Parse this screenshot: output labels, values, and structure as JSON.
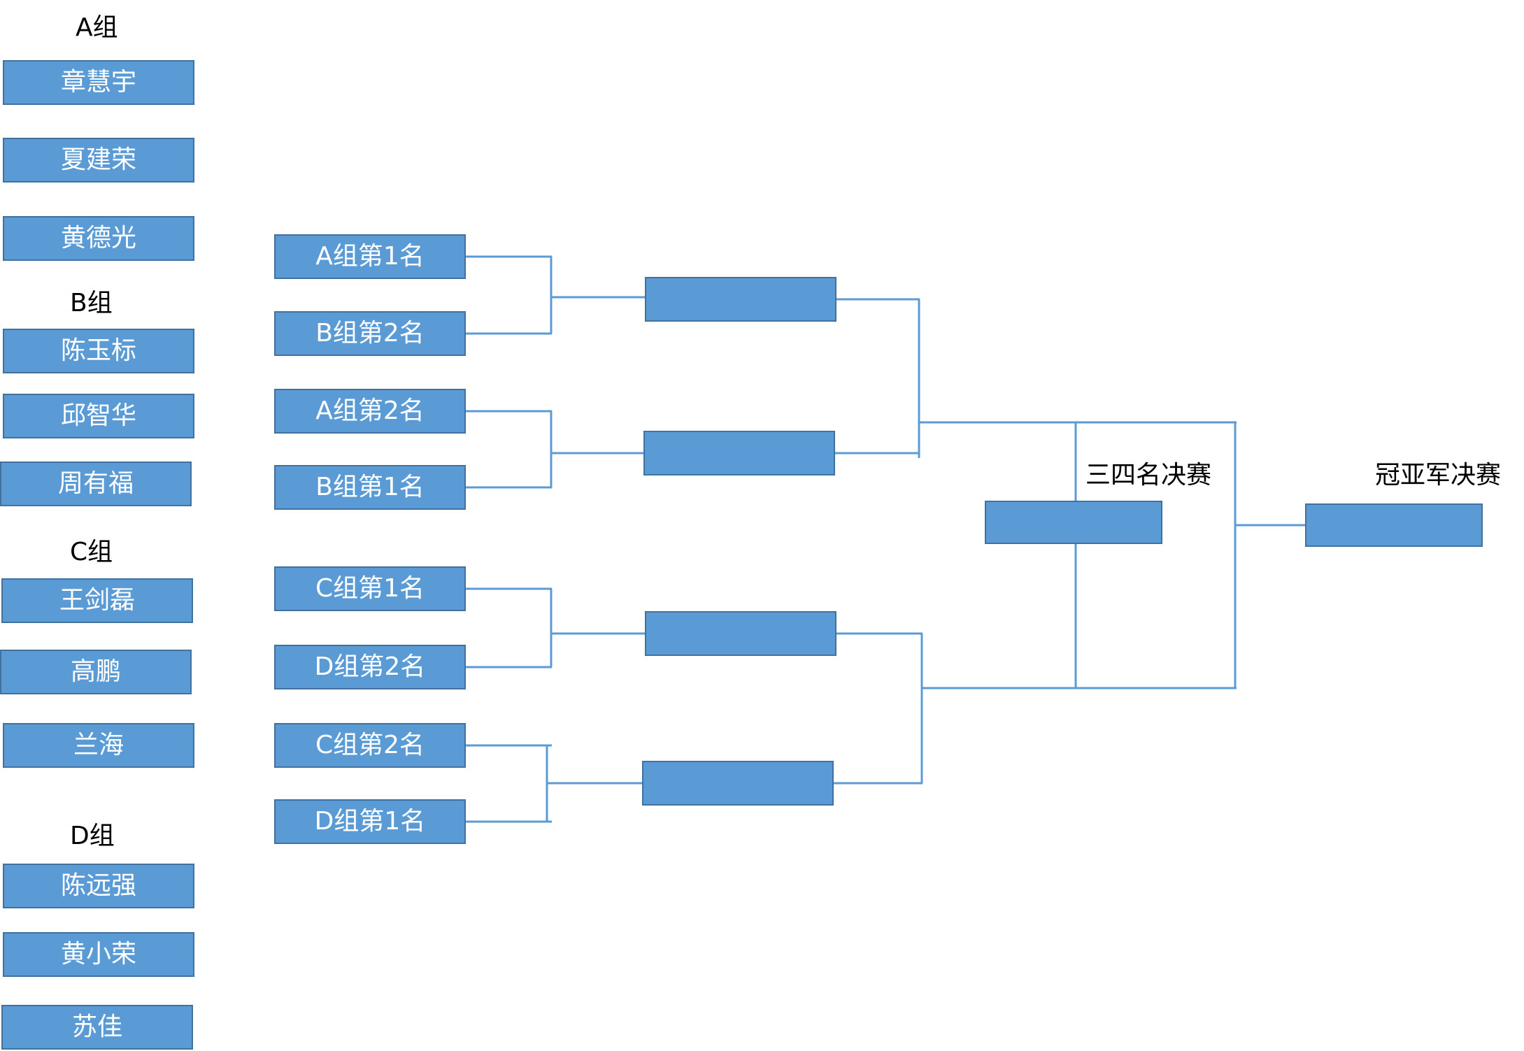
{
  "colors": {
    "box_fill": "#5b9bd5",
    "box_border": "#41719c",
    "line": "#5b9bd5",
    "box_text": "#ffffff",
    "label_text": "#000000"
  },
  "groups": [
    {
      "label": "A组",
      "players": [
        "章慧宇",
        "夏建荣",
        "黄德光"
      ]
    },
    {
      "label": "B组",
      "players": [
        "陈玉标",
        "邱智华",
        "周有福"
      ]
    },
    {
      "label": "C组",
      "players": [
        "王剑磊",
        "高鹏",
        "兰海"
      ]
    },
    {
      "label": "D组",
      "players": [
        "陈远强",
        "黄小荣",
        "苏佳"
      ]
    }
  ],
  "quarterfinal_slots": [
    "A组第1名",
    "B组第2名",
    "A组第2名",
    "B组第1名",
    "C组第1名",
    "D组第2名",
    "C组第2名",
    "D组第1名"
  ],
  "semifinal_slots": [
    "",
    "",
    "",
    ""
  ],
  "third_place": {
    "label": "三四名决赛",
    "slot": ""
  },
  "final": {
    "label": "冠亚军决赛",
    "slot": ""
  }
}
